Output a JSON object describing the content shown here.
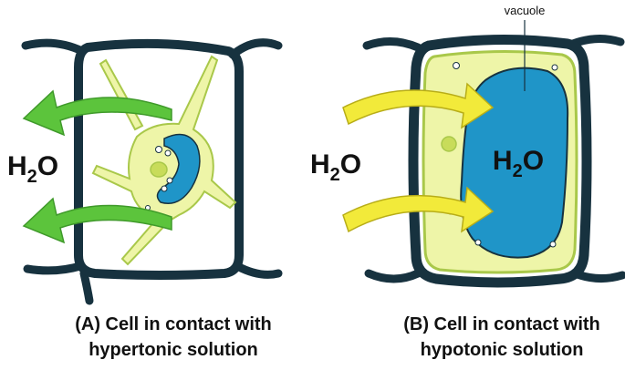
{
  "panel_a": {
    "water_label_main": "H",
    "water_label_sub": "2",
    "water_label_end": "O",
    "caption_line1": "(A) Cell in contact with",
    "caption_line2": "hypertonic solution"
  },
  "panel_b": {
    "water_label_main": "H",
    "water_label_sub": "2",
    "water_label_end": "O",
    "vacuole_water_main": "H",
    "vacuole_water_sub": "2",
    "vacuole_water_end": "O",
    "vacuole_label": "vacuole",
    "caption_line1": "(B) Cell in contact with",
    "caption_line2": "hypotonic solution"
  },
  "colors": {
    "cell_wall": "#17323f",
    "cytoplasm": "#eef5a8",
    "membrane": "#a9c84a",
    "vacuole": "#1f95c8",
    "arrow_out": "#5cc43c",
    "arrow_in": "#f2ea3a"
  }
}
